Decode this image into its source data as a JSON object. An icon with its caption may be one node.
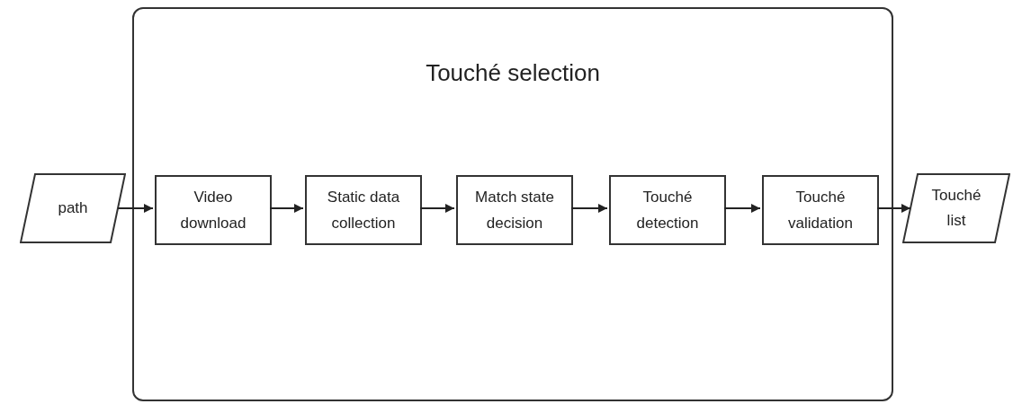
{
  "diagram": {
    "nodes": [
      {
        "text": [
          "path"
        ]
      },
      {
        "text": [
          "Touché selection"
        ]
      },
      {
        "text": [
          "Video download"
        ],
        "in": 1
      },
      {
        "text": [
          "Static data collection"
        ],
        "in": 1
      },
      {
        "text": [
          "Match state decision"
        ],
        "in": 1
      },
      {
        "text": [
          "Touché detection"
        ],
        "in": 1
      },
      {
        "text": [
          "Touché validation"
        ],
        "in": 1
      },
      {
        "text": [
          "Touché list"
        ]
      }
    ],
    "edges": [
      {
        "from": 0,
        "to": 2,
        "arrow": "to"
      },
      {
        "from": 2,
        "to": 3,
        "arrow": "to"
      },
      {
        "from": 3,
        "to": 4,
        "arrow": "to"
      },
      {
        "from": 4,
        "to": 5,
        "arrow": "to"
      },
      {
        "from": 5,
        "to": 6,
        "arrow": "to"
      },
      {
        "from": 6,
        "to": 7,
        "arrow": "to"
      }
    ]
  }
}
